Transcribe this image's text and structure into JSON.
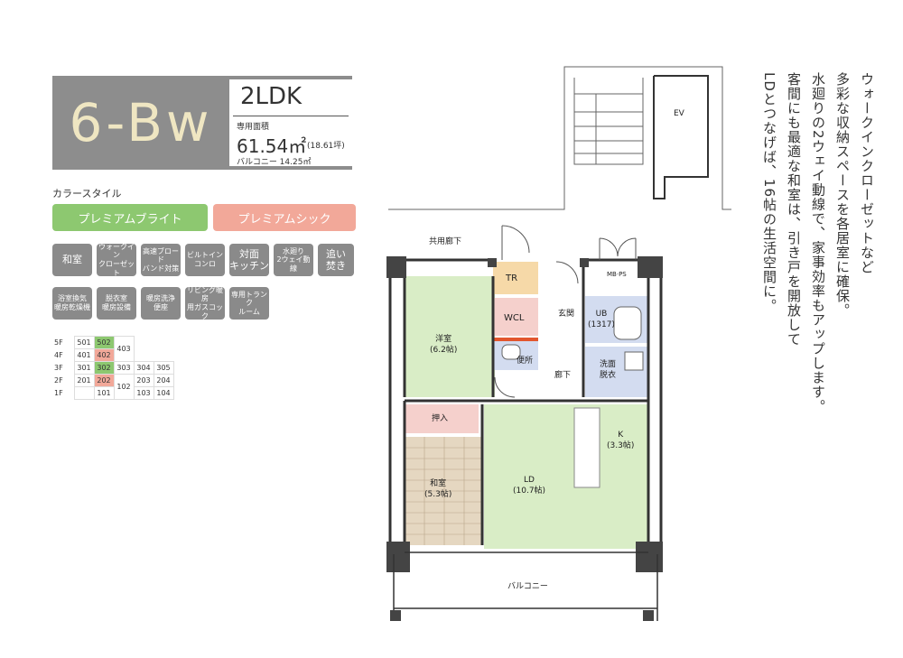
{
  "header": {
    "unit_type": "6-Bw",
    "layout": "2LDK",
    "area_label": "専用面積",
    "area_value": "61.54㎡",
    "area_tsubo": "(18.61坪)",
    "balcony": "バルコニー 14.25㎡"
  },
  "color_style": {
    "title": "カラースタイル",
    "options": [
      {
        "label": "プレミアムブライト",
        "color": "#8dc870"
      },
      {
        "label": "プレミアムシック",
        "color": "#f2a899"
      }
    ]
  },
  "features": {
    "row1": [
      "和室",
      "ウォークイン\nクローゼット",
      "高速ブロード\nバンド対策",
      "ビルトイン\nコンロ",
      "対面\nキッチン",
      "水廻り\n2ウェイ動線",
      "追い\n焚き"
    ],
    "row2": [
      "浴室換気\n暖房乾燥機",
      "脱衣室\n暖房設備",
      "暖房洗浄\n便座",
      "リビング暖房\n用ガスコック",
      "専用トランク\nルーム"
    ]
  },
  "floor_table": [
    {
      "floor": "5F",
      "units": [
        "501",
        "502",
        "403",
        "",
        "",
        ""
      ]
    },
    {
      "floor": "4F",
      "units": [
        "401",
        "402",
        "",
        "",
        "",
        ""
      ]
    },
    {
      "floor": "3F",
      "units": [
        "301",
        "302",
        "303",
        "304",
        "305",
        ""
      ]
    },
    {
      "floor": "2F",
      "units": [
        "201",
        "202",
        "102",
        "203",
        "204",
        ""
      ]
    },
    {
      "floor": "1F",
      "units": [
        "",
        "101",
        "",
        "103",
        "104",
        ""
      ]
    }
  ],
  "plan": {
    "corridor": "共用廊下",
    "ev": "EV",
    "tr": "TR",
    "mbps": "MB·PS",
    "wcl": "WCL",
    "genkan": "玄関",
    "ub": "UB\n(1317)",
    "youshitsu": "洋室\n(6.2帖)",
    "benjo": "便所",
    "senmen": "洗面\n脱衣",
    "rouka": "廊下",
    "oshiire": "押入",
    "kitchen": "K\n(3.3帖)",
    "washitsu": "和室\n(5.3帖)",
    "ld": "LD\n(10.7帖)",
    "balcony": "バルコニー"
  },
  "description": [
    "ウォークインクローゼットなど",
    "多彩な収納スペースを各居室に確保。",
    "水廻りの2ウェイ動線で、家事効率もアップします。",
    "客間にも最適な和室は、引き戸を開放して",
    "LDとつなげば、16帖の生活空間に。"
  ]
}
